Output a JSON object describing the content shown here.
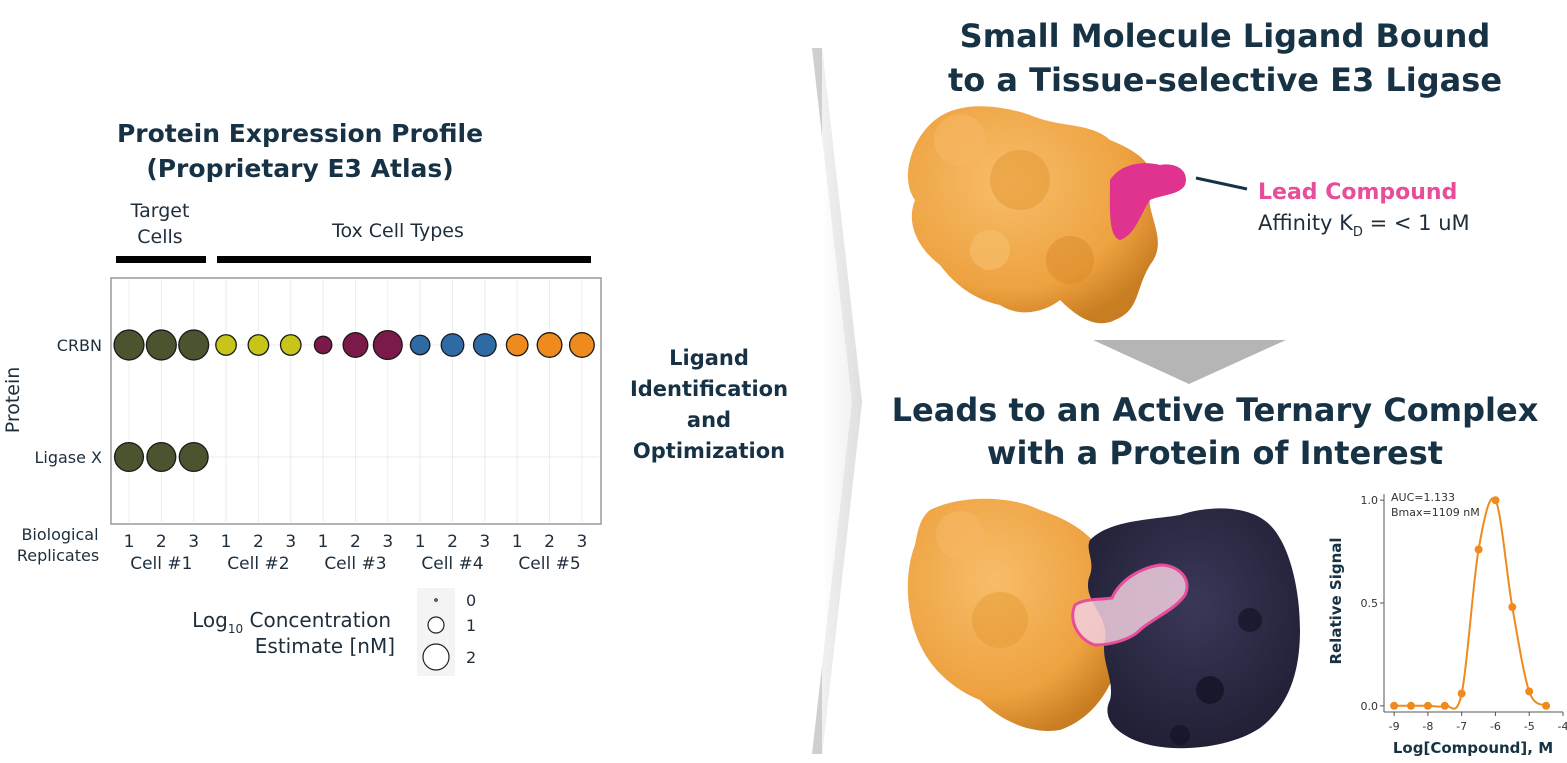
{
  "left_panel": {
    "title_line1": "Protein Expression Profile",
    "title_line2": "(Proprietary E3 Atlas)",
    "target_group_label_line1": "Target",
    "target_group_label_line2": "Cells",
    "tox_group_label": "Tox Cell Types",
    "y_axis_label": "Protein",
    "footer_label_line1": "Biological",
    "footer_label_line2": "Replicates",
    "size_legend": {
      "title_prefix": "Log",
      "title_subscript": "10",
      "title_line1_rest": " Concentration",
      "title_line2": "Estimate [nM]",
      "entries": [
        {
          "label": "0",
          "value": 0
        },
        {
          "label": "1",
          "value": 1
        },
        {
          "label": "2",
          "value": 2
        }
      ]
    }
  },
  "middle": {
    "lines": [
      "Ligand",
      "Identification",
      "and",
      "Optimization"
    ]
  },
  "right_panel": {
    "title1_line1": "Small Molecule Ligand Bound",
    "title1_line2": "to a Tissue-selective E3 Ligase",
    "lead_label": "Lead Compound",
    "affinity_prefix": "Affinity K",
    "affinity_subscript": "D",
    "affinity_suffix": " = < 1 uM",
    "title2_line1": "Leads to an Active Ternary Complex",
    "title2_line2": "with a Protein of Interest"
  },
  "colors": {
    "title": "#163244",
    "lead_compound": "#e84d9a",
    "e3_protein": "#efa447",
    "poi_protein": "#262540",
    "curve": "#ef8a1e",
    "cell1": "#4a5530",
    "cell2": "#c7c41a",
    "cell3": "#7b1a4a",
    "cell4": "#2e6aa3",
    "cell5": "#ef8a1e"
  },
  "chart_data": [
    {
      "type": "scatter",
      "title": "",
      "xlabel": "",
      "ylabel": "Protein",
      "proteins": [
        "CRBN",
        "Ligase X"
      ],
      "cells": [
        {
          "name": "Cell #1",
          "group": "Target Cells",
          "color": "#4a5530",
          "replicates": [
            "1",
            "2",
            "3"
          ]
        },
        {
          "name": "Cell #2",
          "group": "Tox Cell Types",
          "color": "#c7c41a",
          "replicates": [
            "1",
            "2",
            "3"
          ]
        },
        {
          "name": "Cell #3",
          "group": "Tox Cell Types",
          "color": "#7b1a4a",
          "replicates": [
            "1",
            "2",
            "3"
          ]
        },
        {
          "name": "Cell #4",
          "group": "Tox Cell Types",
          "color": "#2e6aa3",
          "replicates": [
            "1",
            "2",
            "3"
          ]
        },
        {
          "name": "Cell #5",
          "group": "Tox Cell Types",
          "color": "#ef8a1e",
          "replicates": [
            "1",
            "2",
            "3"
          ]
        }
      ],
      "size_metric": "Log10 Concentration Estimate [nM]",
      "values": {
        "CRBN": [
          2.1,
          2.1,
          2.1,
          1.2,
          1.2,
          1.2,
          0.9,
          1.6,
          2.0,
          1.1,
          1.4,
          1.4,
          1.3,
          1.6,
          1.6
        ],
        "Ligase X": [
          2.0,
          2.0,
          2.0,
          null,
          null,
          null,
          null,
          null,
          null,
          null,
          null,
          null,
          null,
          null,
          null
        ]
      }
    },
    {
      "type": "line",
      "title": "",
      "annotations": [
        "AUC=1.133",
        "Bmax=1109 nM"
      ],
      "xlabel": "Log[Compound], M",
      "ylabel": "Relative Signal",
      "xlim": [
        -9.3,
        -4
      ],
      "ylim": [
        -0.03,
        1.03
      ],
      "xticks": [
        -9,
        -8,
        -7,
        -6,
        -5,
        -4
      ],
      "xtick_labels": [
        "-9",
        "-8",
        "-7",
        "-6",
        "-5",
        "-4"
      ],
      "yticks": [
        0.0,
        0.5,
        1.0
      ],
      "ytick_labels": [
        "0.0",
        "0.5",
        "1.0"
      ],
      "points": {
        "x": [
          -9.0,
          -8.5,
          -8.0,
          -7.5,
          -7.0,
          -6.5,
          -6.0,
          -5.5,
          -5.0,
          -4.5
        ],
        "y": [
          0.0,
          0.0,
          0.0,
          0.0,
          0.06,
          0.76,
          1.0,
          0.48,
          0.07,
          0.0
        ]
      }
    }
  ]
}
